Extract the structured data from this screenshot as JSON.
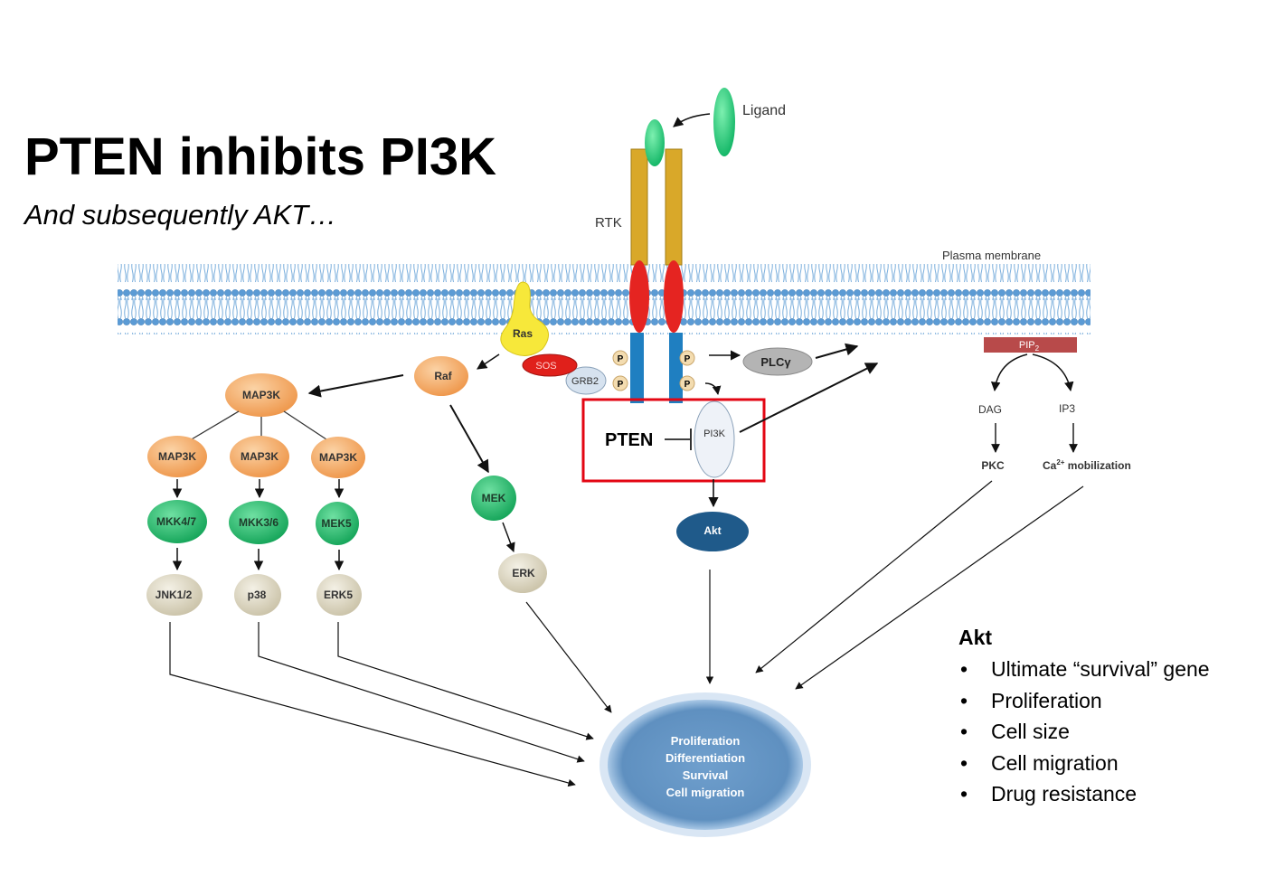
{
  "title": "PTEN inhibits PI3K",
  "subtitle": "And subsequently AKT…",
  "diagram": {
    "ligand": "Ligand",
    "rtk": "RTK",
    "membrane": "Plasma membrane",
    "ras": "Ras",
    "sos": "SOS",
    "grb2": "GRB2",
    "phospho": "P",
    "plcg": "PLCγ",
    "pip2": "PIP",
    "pip2_sub": "2",
    "raf": "Raf",
    "map3k_top": "MAP3K",
    "map3k_1": "MAP3K",
    "map3k_2": "MAP3K",
    "map3k_3": "MAP3K",
    "mkk47": "MKK4/7",
    "mkk36": "MKK3/6",
    "mek5": "MEK5",
    "jnk": "JNK1/2",
    "p38": "p38",
    "erk5": "ERK5",
    "mek": "MEK",
    "erk": "ERK",
    "pten": "PTEN",
    "pi3k": "PI3K",
    "akt": "Akt",
    "dag": "DAG",
    "ip3": "IP3",
    "pkc": "PKC",
    "ca_pre": "Ca",
    "ca_sup": "2+",
    "ca_post": " mobilization",
    "outcomes": [
      "Proliferation",
      "Differentiation",
      "Survival",
      "Cell migration"
    ]
  },
  "akt_panel": {
    "heading": "Akt",
    "items": [
      "Ultimate “survival” gene",
      "Proliferation",
      "Cell size",
      "Cell migration",
      "Drug resistance"
    ]
  },
  "colors": {
    "orange": "#f4a460",
    "green": "#1fb86a",
    "beige": "#d8d2bd",
    "red_box": "#e30613",
    "akt_blue": "#1f5a8a",
    "outcome_blue": "#6a9bcb",
    "pip2_red": "#b84a4a"
  }
}
